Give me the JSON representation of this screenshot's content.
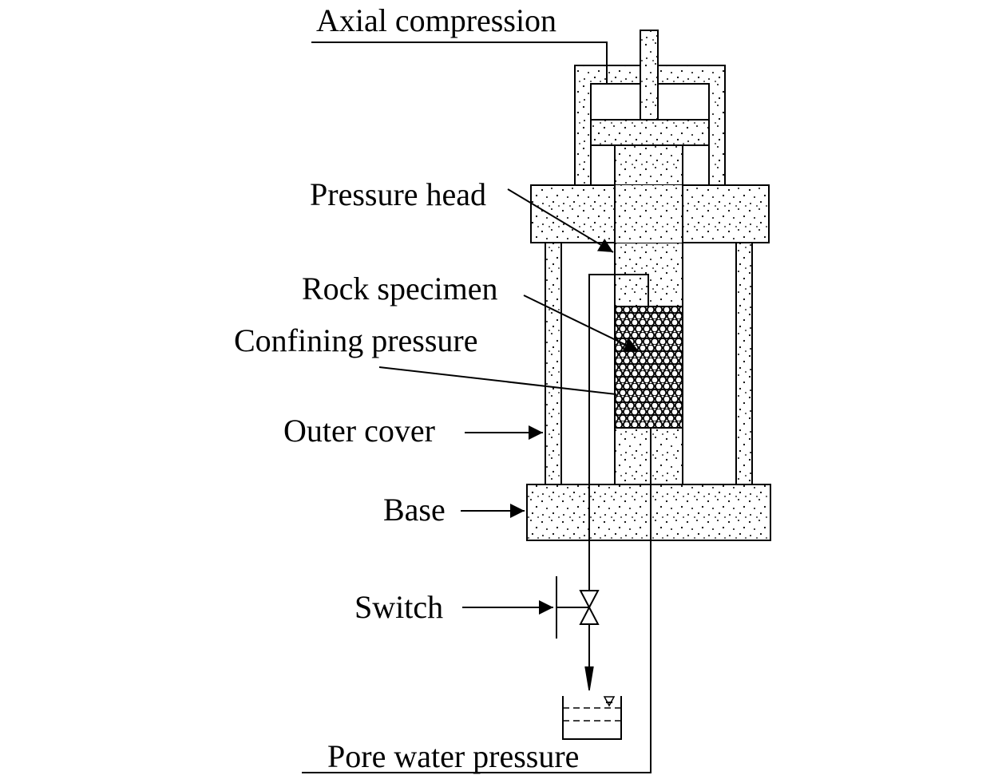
{
  "diagram": {
    "labels": {
      "axial_compression": "Axial compression",
      "pressure_head": "Pressure head",
      "rock_specimen": "Rock specimen",
      "confining_pressure": "Confining pressure",
      "outer_cover": "Outer cover",
      "base": "Base",
      "switch": "Switch",
      "pore_water_pressure": "Pore water pressure"
    },
    "colors": {
      "line": "#000000",
      "background": "#ffffff"
    }
  }
}
